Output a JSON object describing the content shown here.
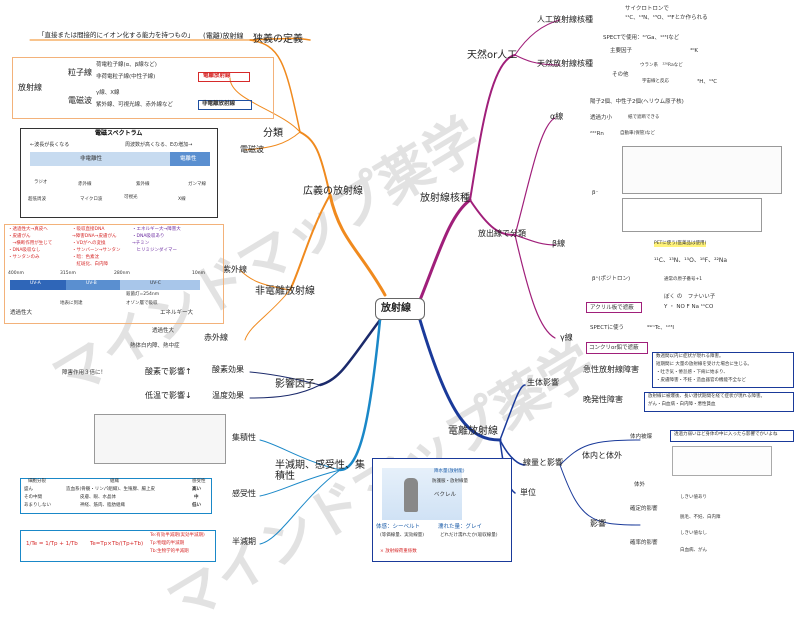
{
  "center": "放射線",
  "watermark": [
    "マインドマップ薬学",
    "マインドマップ薬学"
  ],
  "left": {
    "narrow_def": {
      "label": "狭義の定義",
      "def_text": "「直接または間接的にイオン化する能力を持つもの」",
      "term": "(電離)放射線"
    },
    "broad": {
      "label": "広義の放射線",
      "classification": {
        "label": "分類",
        "root": "放射線",
        "particle": "粒子線",
        "particle_items": [
          "荷電粒子線(α、β線など)",
          "非荷電粒子線(中性子線)"
        ],
        "wave": "電磁波",
        "wave_items": [
          "γ線、X線",
          "紫外線、可視光線、赤外線など"
        ],
        "ionizing": "電離放射線",
        "nonionizing": "非電離放射線"
      },
      "em": {
        "label": "電磁波",
        "title": "電磁スペクトラム",
        "long": "←波長が長くなる",
        "freq": "周波数が高くなる、Eの増加→",
        "nonion": "非電離性",
        "ion": "電離性",
        "bands": [
          "ラジオ",
          "赤外線",
          "紫外線",
          "ガンマ線",
          "超低周波",
          "マイクロ波",
          "可視光",
          "X線"
        ]
      },
      "nonionizing": {
        "label": "非電離放射線",
        "uv": {
          "label": "紫外線",
          "notes_left": [
            "・透過性大→真皮へ",
            "・皮膚がん",
            "　→横断作用が生じて",
            "・DNA吸収なし",
            "・サンタンのみ"
          ],
          "notes_mid": [
            "・吸収直接DNA",
            "→障害DNA→皮膚がん",
            "・VDがへの変換",
            "・サンバーン→サンタン",
            "・暗：色素沈",
            "　紅斑化、白内障"
          ],
          "notes_right": [
            "・エネルギー大→障害大",
            "・DNA吸収あり",
            "→チミン",
            "　ヒリミジンダイマー"
          ],
          "wl": [
            "400nm",
            "315nm",
            "280nm",
            "10nm"
          ],
          "bands": [
            "UV-A",
            "UV-B",
            "UV-C"
          ],
          "ground": "地表に到達",
          "ozone": "殺菌灯=254nm",
          "ozone2": "オゾン層で吸収",
          "trans": "透過性大",
          "energy": "エネルギー大"
        },
        "ir": {
          "label": "赤外線",
          "a": "透過性大",
          "b": "熱体白内障、熱中症"
        }
      }
    },
    "influence": {
      "label": "影響因子",
      "oxygen": "酸素効果",
      "oxygen_note": "障害作用３倍に！",
      "oxygen_val": "酸素で影響↑",
      "temp": "温度効果",
      "temp_val": "低温で影響↓"
    },
    "half": {
      "label": "半減期、感受性、集積性",
      "accum": "集積性",
      "sens": "感受性",
      "halflife": "半減期",
      "table_head": [
        "細胞分裂",
        "組織",
        "感受性"
      ],
      "table_rows": [
        [
          "盛ん",
          "造血系(骨髄・リンパ組織)、生殖腺、腸上皮",
          "高い"
        ],
        [
          "その中間",
          "皮膚、眼、水晶体",
          "中"
        ],
        [
          "あまりしない",
          "神経、筋肉、脂肪組織",
          "低い"
        ]
      ],
      "formula": "1/Te = 1/Tp + 1/Tb",
      "formula2": "Te=Tp×Tb/(Tp+Tb)",
      "hl_notes": [
        "Te:有効半減期(実効半減期)",
        "Tp:物理的半減期",
        "Tb:生物学的半減期"
      ]
    }
  },
  "right": {
    "nuclide": {
      "label": "放射線核種",
      "natural": {
        "label": "天然or人工",
        "artificial": "人工放射線核種",
        "cyclotron": "サイクロトロンで",
        "cyc_note": "¹¹C、¹³N、¹⁵O、¹⁸Fとか作られる",
        "spect": "SPECTで使用：⁶⁷Ga、¹²³Iなど",
        "nat": "天然放射線核種",
        "main": "主要因子",
        "k40": "⁴⁰K",
        "other": "その他",
        "uranium": "ウラン系　²²⁶Raなど",
        "cosmic": "宇宙線と反応",
        "h3c14": "³H、¹⁴C"
      },
      "decay": {
        "label": "放出線で分類",
        "alpha": "α線",
        "alpha_items": [
          "陽子2個、中性子2個(ヘリウム原子核)",
          "透過力小",
          "²²²Rn"
        ],
        "alpha_notes": [
          "紙で遮断できる",
          "自動車(保管)など"
        ],
        "beta": "β線",
        "beta_minus": "β⁻",
        "beta_plus": "β⁺(ポジトロン)",
        "beta_notes": [
          "PETに使う(医薬品は使用)",
          "¹¹C、¹³N、¹⁵O、¹⁸F、²²Na",
          "通常の原子番号+1",
          "ぼく の　フナいい子",
          "Y ・ NO F Na ¹¹CO"
        ],
        "acryl": "アクリル板で遮蔽",
        "gamma": "γ線",
        "gamma_items": [
          "SPECTに使う",
          "⁹⁹ᵐTc、¹²³I",
          "コンクリor鉛で遮蔽"
        ]
      }
    },
    "ionizing": {
      "label": "電離放射線",
      "bio": {
        "label": "生体影響",
        "acute": "急性放射線障害",
        "acute_notes": [
          "数週間以内に症状が現れる障害。",
          "短期間に 大量の放射線を受けた場合に生じる。",
          "・吐き気・倦怠感・下痢に始まり、",
          "・皮膚障害・不妊・造血器官の機能不全など"
        ],
        "late": "晩発性障害",
        "late_notes": [
          "放射線に被爆後、長い潜伏期間を経て症状が現れる障害。",
          "がん・白血病・白内障・悪性貧血"
        ]
      },
      "dose": {
        "label": "線量と影響",
        "internal": "体内と体外",
        "inner": "体内被爆",
        "inner_note": "透過力弱いほど身体の中に入ったら影響でかいよね",
        "outer": "体外",
        "effect": "影響",
        "determ": "確定的影響",
        "stoch": "確率的影響",
        "effect_notes": [
          "しきい値あり",
          "脱毛、不妊、白内障",
          "しきい値なし",
          "白血病、がん"
        ]
      },
      "unit": {
        "label": "単位",
        "person": "防護服・放射線量",
        "person_sub": "ベクレル",
        "rad": "降水量(放射能)",
        "body": "体感：シーベルト",
        "body_sub": "(等価線量、実効線量)",
        "wet": "濡れた量：グレイ",
        "wet_sub": "どれだけ濡れたか(吸収線量)",
        "factor": "× 放射線荷重係数"
      }
    }
  },
  "colors": {
    "orange": "#f08a1e",
    "purple": "#a01f7a",
    "blue": "#1a5ba8",
    "navy": "#1b2a6b",
    "red": "#d62a2a"
  }
}
